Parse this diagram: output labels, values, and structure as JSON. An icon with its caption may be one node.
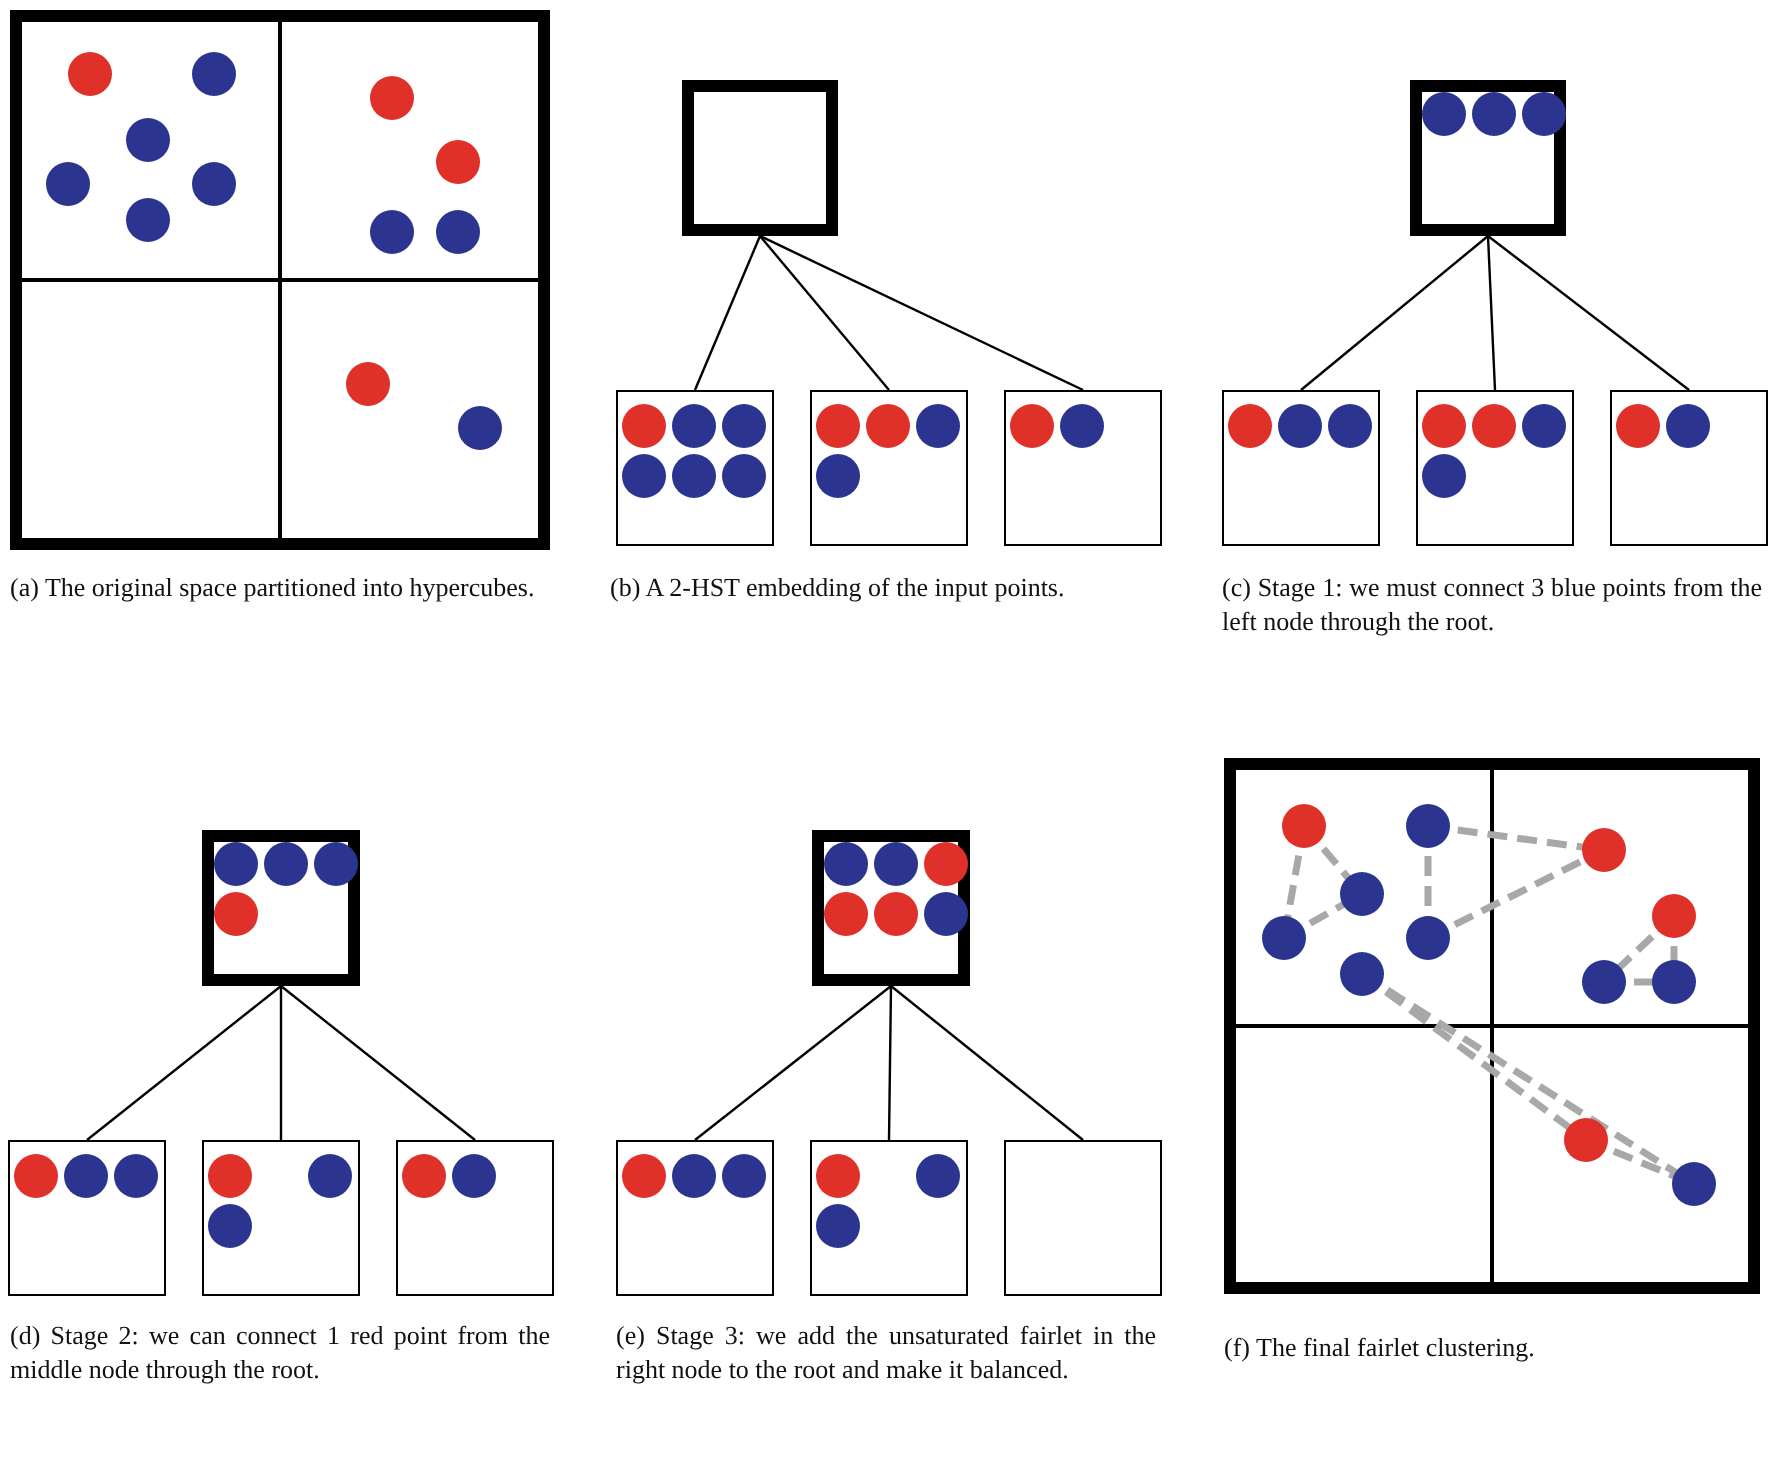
{
  "diagram": {
    "nodes": [
      {
        "text": [],
        "shape": "box"
      },
      {
        "text": [],
        "shape": "box"
      },
      {
        "text": [],
        "shape": "box"
      },
      {
        "text": [],
        "shape": "box"
      },
      {
        "text": [],
        "shape": "box"
      },
      {
        "text": [],
        "shape": "box"
      },
      {
        "text": [],
        "shape": "box"
      },
      {
        "text": [],
        "shape": "box"
      },
      {
        "text": [],
        "shape": "box"
      },
      {
        "text": [],
        "shape": "box"
      },
      {
        "text": [],
        "shape": "box"
      },
      {
        "text": [],
        "shape": "box"
      },
      {
        "text": [],
        "shape": "box"
      },
      {
        "text": [],
        "shape": "box"
      },
      {
        "text": [],
        "shape": "box"
      },
      {
        "text": [],
        "shape": "box"
      }
    ],
    "edges": [
      {
        "from": 0,
        "to": 1,
        "arrow": "none"
      },
      {
        "from": 0,
        "to": 2,
        "arrow": "none"
      },
      {
        "from": 0,
        "to": 3,
        "arrow": "none"
      },
      {
        "from": 4,
        "to": 5,
        "arrow": "none"
      },
      {
        "from": 4,
        "to": 6,
        "arrow": "none"
      },
      {
        "from": 4,
        "to": 7,
        "arrow": "none"
      },
      {
        "from": 8,
        "to": 9,
        "arrow": "none"
      },
      {
        "from": 8,
        "to": 10,
        "arrow": "none"
      },
      {
        "from": 8,
        "to": 11,
        "arrow": "none"
      },
      {
        "from": 12,
        "to": 13,
        "arrow": "none"
      },
      {
        "from": 12,
        "to": 14,
        "arrow": "none"
      },
      {
        "from": 12,
        "to": 15,
        "arrow": "none"
      }
    ],
    "labels": [
      "(a) The original space partitioned into hypercubes.",
      "(b) A 2-HST embedding of the input points.",
      "(c) Stage 1: we must connect 3 blue points from the left node through the root.",
      "(d) Stage 2: we can connect 1 red point from the middle node through the root.",
      "(e) Stage 3: we add the unsaturated fairlet in the right node to the root and make it balanced.",
      "(f) The final fairlet clustering."
    ]
  }
}
